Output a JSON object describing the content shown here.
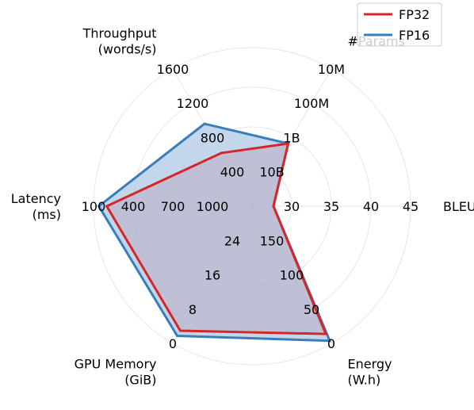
{
  "chart_data": {
    "type": "radar",
    "grid": true,
    "legend_position": "top-right",
    "axes": [
      {
        "name": "BLEU",
        "label_lines": [
          "BLEU"
        ],
        "tick_labels": [
          "30",
          "35",
          "40",
          "45"
        ],
        "range": [
          25,
          45
        ]
      },
      {
        "name": "#Params",
        "label_lines": [
          "#Params"
        ],
        "tick_labels": [
          "10B",
          "1B",
          "100M",
          "10M"
        ],
        "range": [
          100000000000,
          10000000
        ],
        "scale": "log",
        "direction": "inverted"
      },
      {
        "name": "Throughput (words/s)",
        "label_lines": [
          "Throughput",
          "(words/s)"
        ],
        "tick_labels": [
          "400",
          "800",
          "1200",
          "1600"
        ],
        "range": [
          0,
          1600
        ]
      },
      {
        "name": "Latency (ms)",
        "label_lines": [
          "Latency",
          "(ms)"
        ],
        "tick_labels": [
          "1000",
          "700",
          "400",
          "100"
        ],
        "range": [
          1300,
          100
        ],
        "direction": "inverted"
      },
      {
        "name": "GPU Memory (GiB)",
        "label_lines": [
          "GPU Memory",
          "(GiB)"
        ],
        "tick_labels": [
          "24",
          "16",
          "8",
          "0"
        ],
        "range": [
          32,
          0
        ],
        "direction": "inverted"
      },
      {
        "name": "Energy (W.h)",
        "label_lines": [
          "Energy",
          "(W.h)"
        ],
        "tick_labels": [
          "150",
          "100",
          "50",
          "0"
        ],
        "range": [
          200,
          0
        ],
        "direction": "inverted"
      }
    ],
    "series": [
      {
        "name": "FP32",
        "color": "#d62728",
        "fill": "#d62728",
        "values": [
          27.7,
          1500000000,
          620,
          200,
          3,
          14
        ]
      },
      {
        "name": "FP16",
        "color": "#3a7dbb",
        "fill": "#aac5e3",
        "values": [
          27.7,
          1500000000,
          960,
          140,
          1.8,
          4
        ]
      }
    ]
  }
}
